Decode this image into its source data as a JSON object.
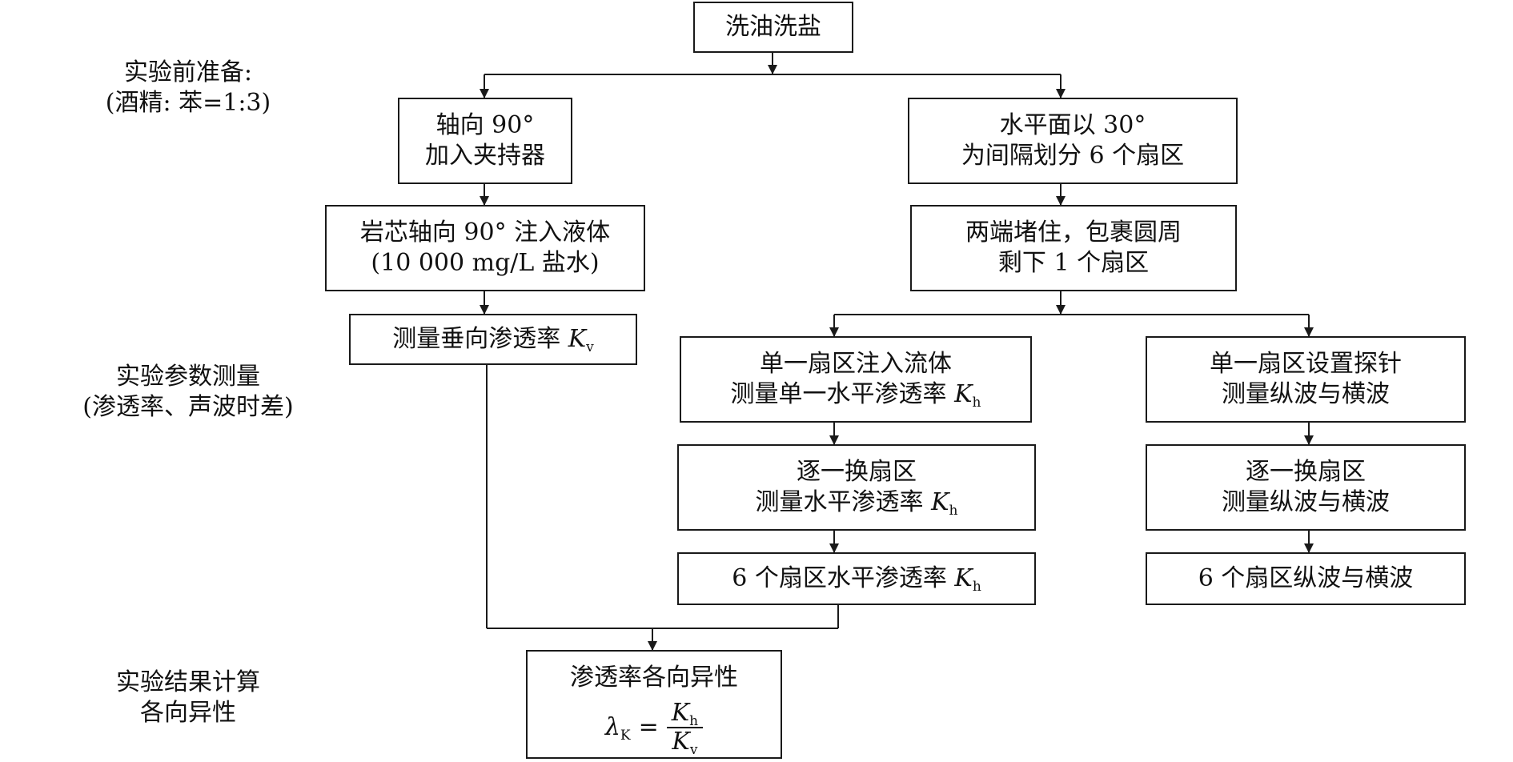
{
  "stages": {
    "prep": {
      "line1": "实验前准备:",
      "line2": "(酒精: 苯=1:3)"
    },
    "measure": {
      "line1": "实验参数测量",
      "line2": "(渗透率、声波时差)"
    },
    "result": {
      "line1": "实验结果计算",
      "line2": "各向异性"
    }
  },
  "nodes": {
    "wash": "洗油洗盐",
    "axial_clamp": {
      "line1": "轴向 90°",
      "line2": "加入夹持器"
    },
    "inject_axial": {
      "line1": "岩芯轴向 90° 注入液体",
      "line2": "(10 000 mg/L 盐水)"
    },
    "measure_kv": {
      "text": "测量垂向渗透率 ",
      "var": "K",
      "sub": "v"
    },
    "divide_sectors": {
      "line1": "水平面以 30°",
      "line2": "为间隔划分 6 个扇区"
    },
    "seal_ends": {
      "line1": "两端堵住，包裹圆周",
      "line2": "剩下 1 个扇区"
    },
    "single_inject": {
      "line1": "单一扇区注入流体",
      "line2": "测量单一水平渗透率 ",
      "var": "K",
      "sub": "h"
    },
    "rotate_perm": {
      "line1": "逐一换扇区",
      "line2": "测量水平渗透率 ",
      "var": "K",
      "sub": "h"
    },
    "six_perm": {
      "text": "6 个扇区水平渗透率 ",
      "var": "K",
      "sub": "h"
    },
    "single_probe": {
      "line1": "单一扇区设置探针",
      "line2": "测量纵波与横波"
    },
    "rotate_wave": {
      "line1": "逐一换扇区",
      "line2": "测量纵波与横波"
    },
    "six_wave": "6 个扇区纵波与横波",
    "anisotropy": {
      "title": "渗透率各向异性",
      "lambda": "λ",
      "lambda_sub": "K",
      "equals": "=",
      "num_var": "K",
      "num_sub": "h",
      "den_var": "K",
      "den_sub": "v"
    }
  }
}
